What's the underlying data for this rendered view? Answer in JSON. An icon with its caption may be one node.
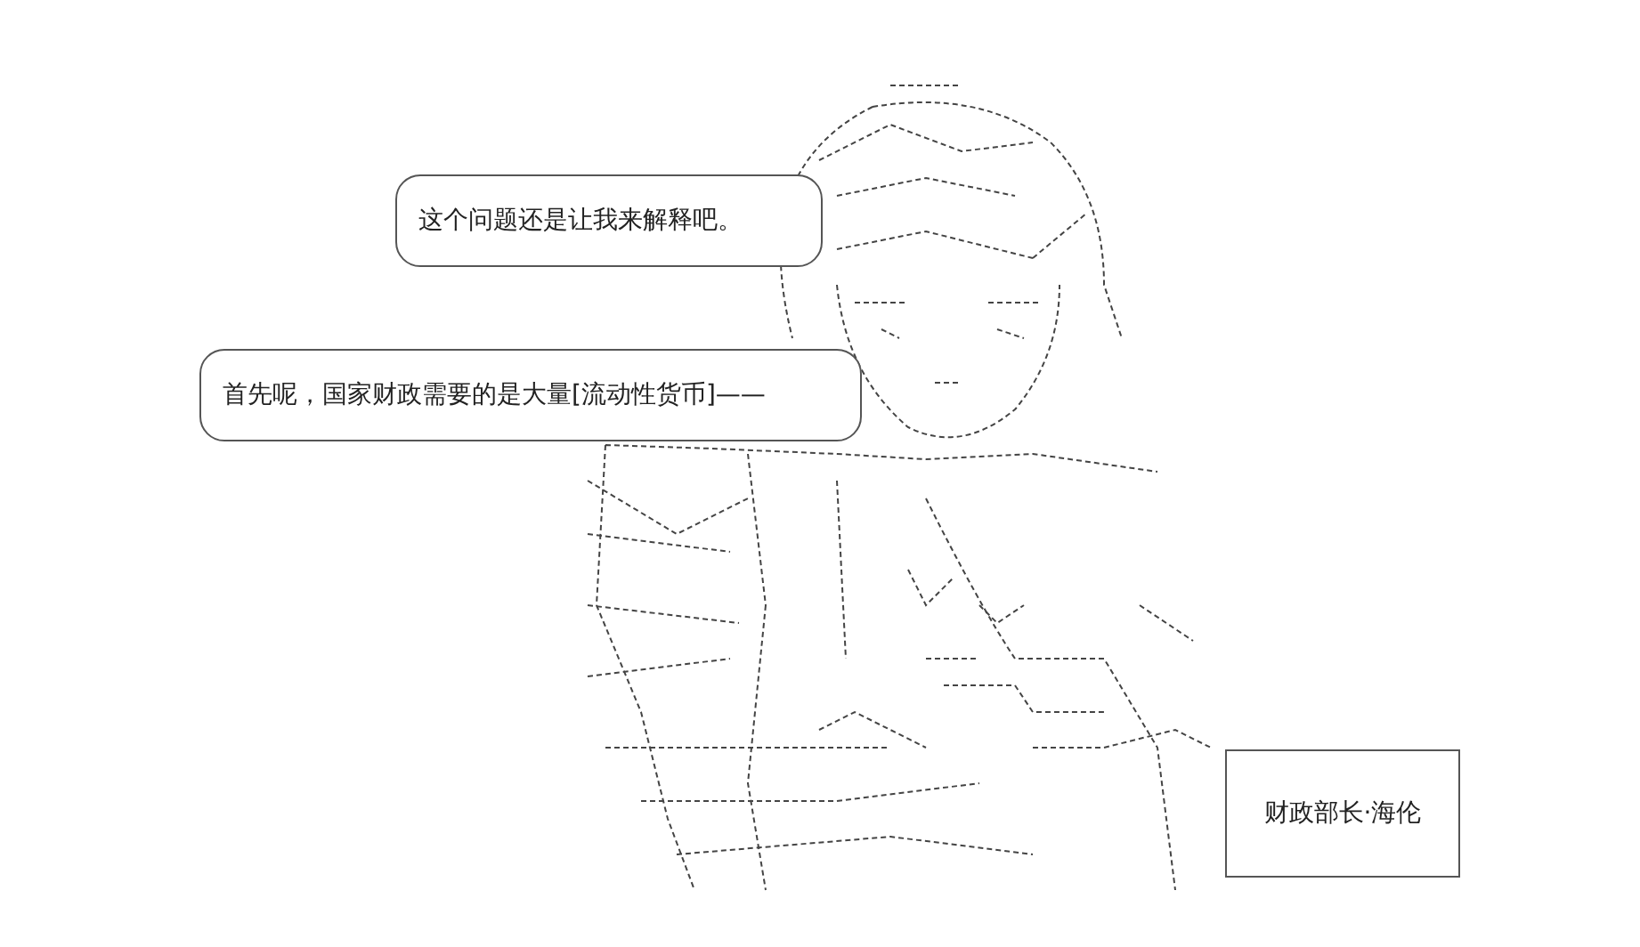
{
  "diagram": {
    "nodes": [
      {
        "text": [
          "这个问题还是让我来解释吧。"
        ]
      },
      {
        "text": [
          "首先呢，国家财政需要的是大量[流动性货币]——"
        ]
      },
      {
        "text": [
          "财政部长·海伦"
        ]
      }
    ]
  }
}
